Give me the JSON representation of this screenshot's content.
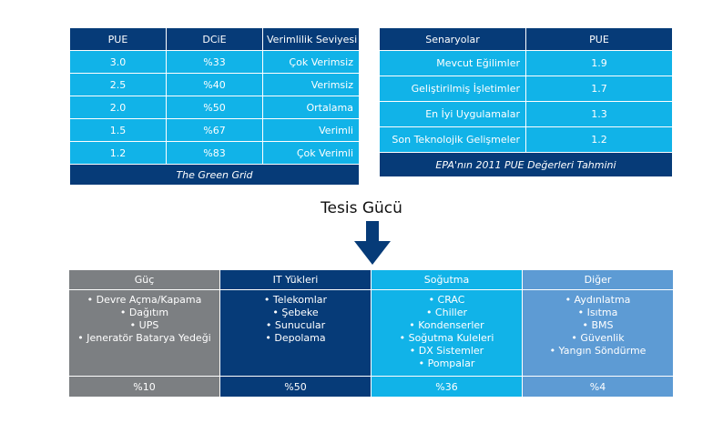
{
  "pue_table": {
    "headers": [
      "PUE",
      "DCiE",
      "Verimlilik Seviyesi"
    ],
    "rows": [
      [
        "3.0",
        "%33",
        "Çok Verimsiz"
      ],
      [
        "2.5",
        "%40",
        "Verimsiz"
      ],
      [
        "2.0",
        "%50",
        "Ortalama"
      ],
      [
        "1.5",
        "%67",
        "Verimli"
      ],
      [
        "1.2",
        "%83",
        "Çok Verimli"
      ]
    ],
    "footer": "The Green Grid"
  },
  "scenario_table": {
    "headers": [
      "Senaryolar",
      "PUE"
    ],
    "rows": [
      [
        "Mevcut Eğilimler",
        "1.9"
      ],
      [
        "Geliştirilmiş İşletimler",
        "1.7"
      ],
      [
        "En İyi Uygulamalar",
        "1.3"
      ],
      [
        "Son Teknolojik Gelişmeler",
        "1.2"
      ]
    ],
    "footer": "EPA'nın 2011 PUE Değerleri Tahmini"
  },
  "facility_title": "Tesis Gücü",
  "power_table": {
    "columns": [
      {
        "header": "Güç",
        "items": [
          "• Devre Açma/Kapama",
          "• Dağıtım",
          "• UPS",
          "• Jeneratör Batarya Yedeği"
        ],
        "share": "%10",
        "color": "#7c7f82"
      },
      {
        "header": "IT Yükleri",
        "items": [
          "• Telekomlar",
          "• Şebeke",
          "• Sunucular",
          "• Depolama"
        ],
        "share": "%50",
        "color": "#063b78"
      },
      {
        "header": "Soğutma",
        "items": [
          "• CRAC",
          "• Chiller",
          "• Kondenserler",
          "• Soğutma Kuleleri",
          "• DX Sistemler",
          "• Pompalar"
        ],
        "share": "%36",
        "color": "#11b3e8"
      },
      {
        "header": "Diğer",
        "items": [
          "• Aydınlatma",
          "• Isıtma",
          "• BMS",
          "• Güvenlik",
          "• Yangın Söndürme"
        ],
        "share": "%4",
        "color": "#5d9bd4"
      }
    ]
  },
  "colors": {
    "dark_blue": "#063b78",
    "cyan": "#11b3e8",
    "gray": "#7c7f82",
    "mid_blue": "#5d9bd4"
  }
}
